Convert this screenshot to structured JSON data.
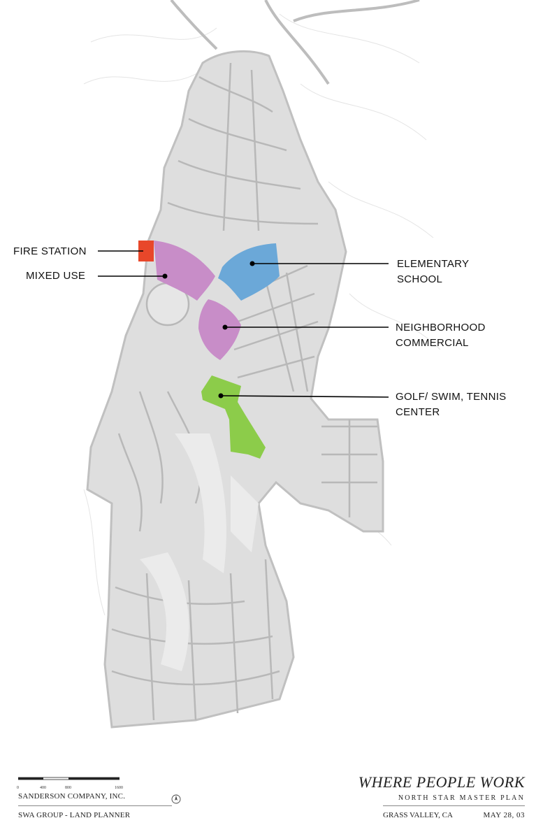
{
  "labels": {
    "fire_station": "FIRE STATION",
    "mixed_use": "MIXED USE",
    "elementary_1": "ELEMENTARY",
    "elementary_2": "SCHOOL",
    "neighborhood_1": "NEIGHBORHOOD",
    "neighborhood_2": "COMMERCIAL",
    "golf_1": "GOLF/ SWIM, TENNIS",
    "golf_2": "CENTER"
  },
  "colors": {
    "fire_station": "#e8472a",
    "mixed_use": "#c88dc8",
    "elementary_school": "#6ba8d8",
    "golf_center": "#8ccc4a",
    "site_fill": "#dcdcdc",
    "road": "#c4c4c4"
  },
  "title_block": {
    "company": "SANDERSON COMPANY, INC.",
    "planner": "SWA GROUP - LAND PLANNER",
    "title": "WHERE PEOPLE WORK",
    "plan": "NORTH STAR MASTER PLAN",
    "place": "GRASS VALLEY, CA",
    "date": "MAY 28, 03"
  },
  "scale": {
    "ticks": [
      "0",
      "400",
      "800",
      "1600"
    ]
  },
  "north_arrow_icon": "north-arrow-icon"
}
